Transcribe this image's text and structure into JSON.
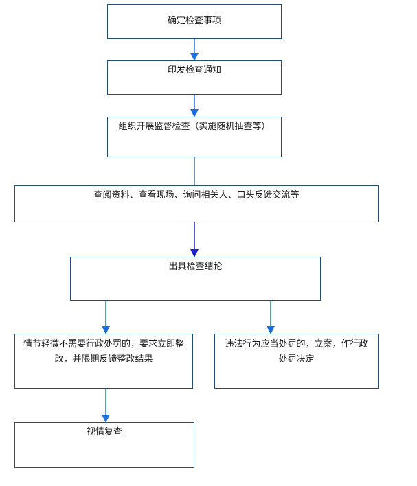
{
  "colors": {
    "box_border": "#1f4e79",
    "arrow": "#1e6fd9",
    "arrow_strong": "#2020d0",
    "text": "#1a1a1a"
  },
  "flowchart": {
    "steps": {
      "confirm_items": "确定检查事项",
      "issue_notice": "印发检查通知",
      "organize_inspection": "组织开展监督检查（实施随机抽查等）",
      "inspection_methods": "查阅资料、查看现场、询问相关人、口头反馈交流等",
      "issue_conclusion": "出具检查结论",
      "minor_case": "情节轻微不需要行政处罚的，要求立即整改，并限期反馈整改结果",
      "violation_case": "违法行为应当处罚的，立案，作行政处罚决定",
      "review": "视情复查"
    }
  }
}
